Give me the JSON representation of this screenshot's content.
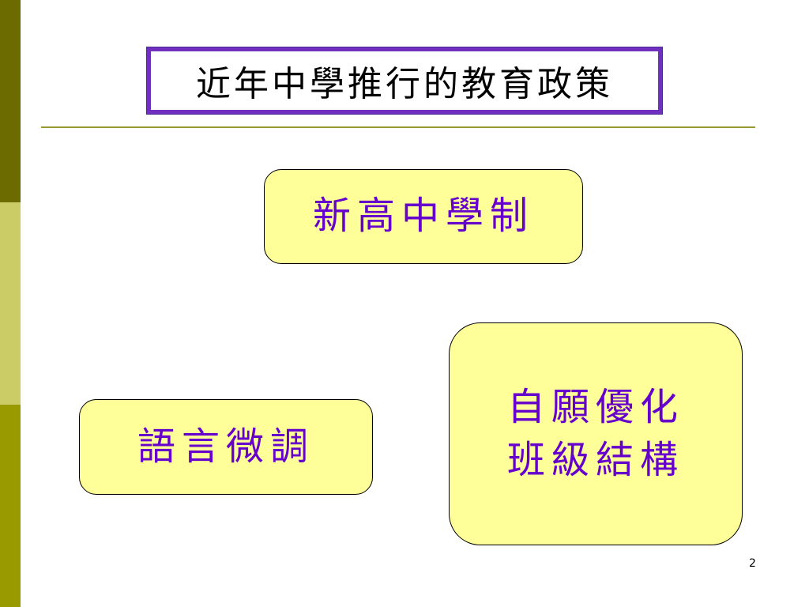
{
  "colors": {
    "sidebar_top": "#6b6b00",
    "sidebar_mid": "#cccc66",
    "sidebar_bottom": "#999900",
    "divider": "#999933",
    "title_border": "#6f2fbf",
    "card_fill": "#ffff99",
    "card_text": "#6600cc"
  },
  "slide": {
    "title": "近年中學推行的教育政策",
    "page_number": "2"
  },
  "cards": {
    "new_senior_secondary": {
      "label": "新高中學制"
    },
    "language_fine_tuning": {
      "label": "語言微調"
    },
    "voluntary_class_structure": {
      "line1": "自願優化",
      "line2": "班級結構"
    }
  }
}
